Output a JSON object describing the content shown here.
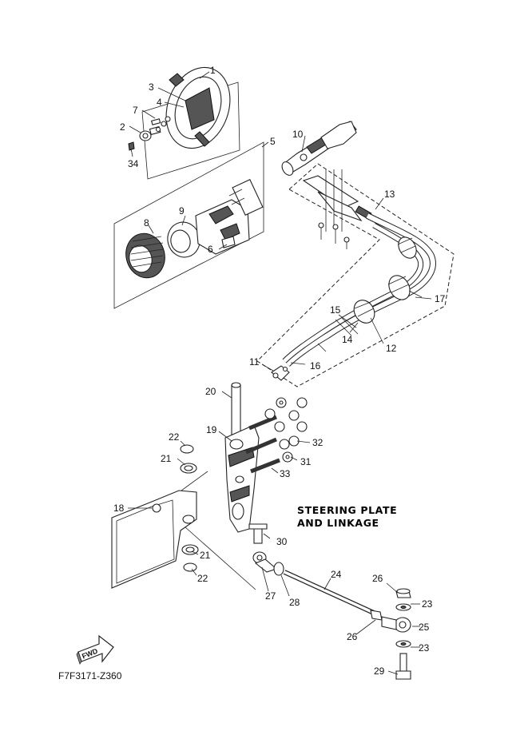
{
  "title_lines": [
    "STEERING PLATE",
    "AND LINKAGE"
  ],
  "diagram_code": "F7F3171-Z360",
  "fwd_label": "FWD",
  "callouts": {
    "c1": "1",
    "c2": "2",
    "c3": "3",
    "c4": "4",
    "c5": "5",
    "c6": "6",
    "c7": "7",
    "c8": "8",
    "c9": "9",
    "c10": "10",
    "c11": "11",
    "c12": "12",
    "c13": "13",
    "c14": "14",
    "c15": "15",
    "c16": "16",
    "c17": "17",
    "c18": "18",
    "c19": "19",
    "c20": "20",
    "c21a": "21",
    "c21b": "21",
    "c22a": "22",
    "c22b": "22",
    "c23a": "23",
    "c23b": "23",
    "c24": "24",
    "c25": "25",
    "c26a": "26",
    "c26b": "26",
    "c27": "27",
    "c28": "28",
    "c29": "29",
    "c30": "30",
    "c31": "31",
    "c32": "32",
    "c33": "33",
    "c34": "34"
  },
  "colors": {
    "line": "#222222",
    "background": "#ffffff"
  }
}
